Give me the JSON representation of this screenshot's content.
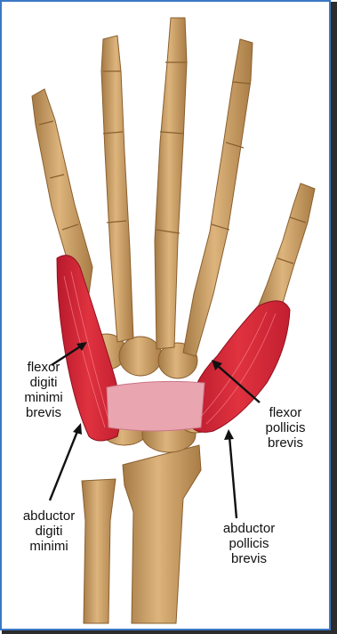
{
  "labels": {
    "flexor_digiti_minimi_brevis": "flexor\ndigiti\nminimi\nbrevis",
    "flexor_pollicis_brevis": "flexor\npollicis\nbrevis",
    "abductor_digiti_minimi": "abductor\ndigiti\nminimi",
    "abductor_pollicis_brevis": "abductor\npollicis\nbrevis"
  },
  "colors": {
    "frame_border": "#3a78c4",
    "bone": "#cfa56c",
    "bone_shade": "#9a6e3a",
    "muscle": "#d8253a",
    "muscle_light": "#e99aa8",
    "arrow": "#111111"
  }
}
